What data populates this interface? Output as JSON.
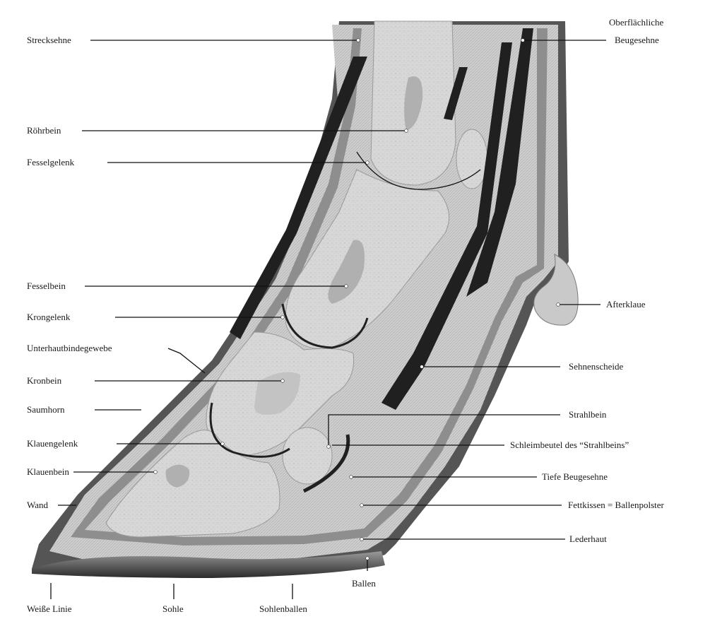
{
  "labels": {
    "strecksehne": "Strecksehne",
    "oberflaechliche_1": "Oberflächliche",
    "oberflaechliche_2": "Beugesehne",
    "roehrbein": "Röhrbein",
    "fesselgelenk": "Fesselgelenk",
    "fesselbein": "Fesselbein",
    "krongelenk": "Krongelenk",
    "unterhautbindegewebe": "Unterhautbindegewebe",
    "kronbein": "Kronbein",
    "saumhorn": "Saumhorn",
    "klauengelenk": "Klauengelenk",
    "klauenbein": "Klauenbein",
    "wand": "Wand",
    "afterklaue": "Afterklaue",
    "sehnenscheide": "Sehnenscheide",
    "strahlbein": "Strahlbein",
    "schleimbeutel": "Schleimbeutel des “Strahlbeins”",
    "tiefe_beugesehne": "Tiefe Beugesehne",
    "fettkissen": "Fettkissen = Ballenpolster",
    "lederhaut": "Lederhaut",
    "ballen": "Ballen",
    "weisse_linie": "Weiße Linie",
    "sohle": "Sohle",
    "sohlenballen": "Sohlenballen"
  },
  "colors": {
    "bone": "#d2d2d2",
    "bone_dark": "#b8b8b8",
    "tissue": "#c4c4c4",
    "corium": "#8e8e8e",
    "horn": "#5a5a5a",
    "tendon_dark": "#202020",
    "line": "#111111"
  }
}
